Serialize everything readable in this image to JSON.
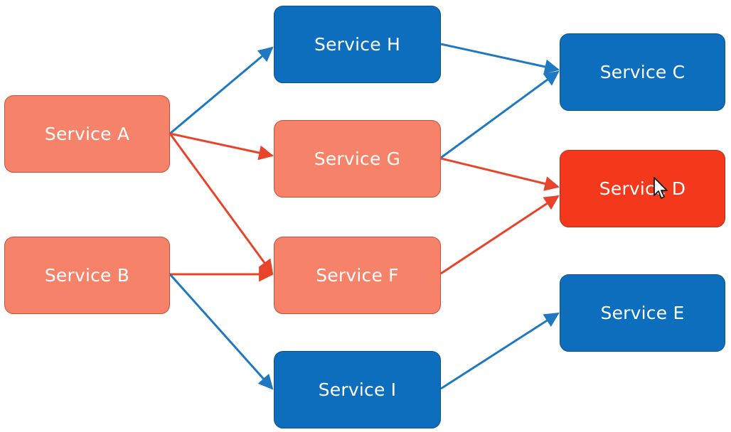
{
  "diagram": {
    "colors": {
      "affected": "#f6826a",
      "healthy": "#0e6ebe",
      "failed": "#f4381c",
      "edge_affected": "#e8442a",
      "edge_healthy": "#1f78c2"
    },
    "nodes": {
      "a": {
        "label": "Service A",
        "state": "affected"
      },
      "b": {
        "label": "Service B",
        "state": "affected"
      },
      "c": {
        "label": "Service C",
        "state": "healthy"
      },
      "d": {
        "label": "Service D",
        "state": "failed"
      },
      "e": {
        "label": "Service E",
        "state": "healthy"
      },
      "f": {
        "label": "Service F",
        "state": "affected"
      },
      "g": {
        "label": "Service G",
        "state": "affected"
      },
      "h": {
        "label": "Service H",
        "state": "healthy"
      },
      "i": {
        "label": "Service I",
        "state": "healthy"
      }
    },
    "edges": [
      {
        "from": "a",
        "to": "h",
        "kind": "healthy"
      },
      {
        "from": "a",
        "to": "g",
        "kind": "affected"
      },
      {
        "from": "a",
        "to": "f",
        "kind": "affected"
      },
      {
        "from": "b",
        "to": "f",
        "kind": "affected"
      },
      {
        "from": "b",
        "to": "i",
        "kind": "healthy"
      },
      {
        "from": "h",
        "to": "c",
        "kind": "healthy"
      },
      {
        "from": "g",
        "to": "c",
        "kind": "healthy"
      },
      {
        "from": "g",
        "to": "d",
        "kind": "affected"
      },
      {
        "from": "f",
        "to": "d",
        "kind": "affected"
      },
      {
        "from": "i",
        "to": "e",
        "kind": "healthy"
      }
    ],
    "cursor_icon": "mouse-pointer-icon"
  }
}
